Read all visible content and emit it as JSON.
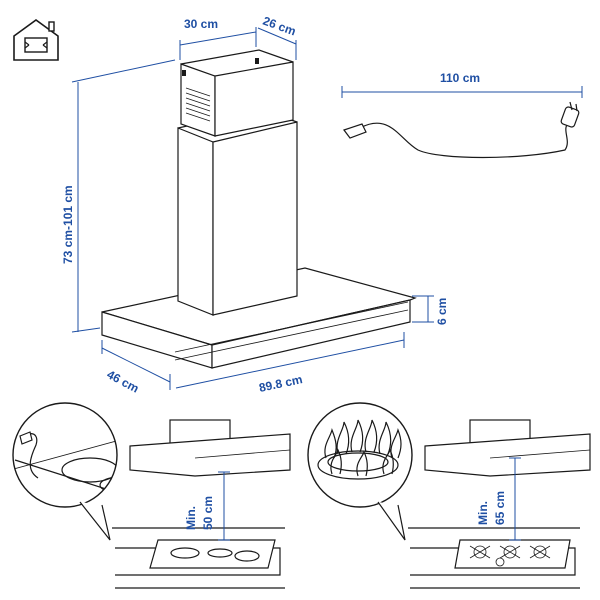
{
  "labels": {
    "chimney_width": "30 cm",
    "chimney_depth": "26 cm",
    "cable_length": "110 cm",
    "height_range": "73 cm-101 cm",
    "canopy_thickness": "6 cm",
    "depth": "46 cm",
    "width": "89.8 cm",
    "min_electric": "Min.",
    "min_electric_value": "50 cm",
    "min_gas": "Min.",
    "min_gas_value": "65 cm"
  },
  "icons": {
    "mode": "recirculation-house-icon"
  },
  "colors": {
    "dimension": "#1f4fa3",
    "line": "#1a1a1a",
    "background": "#ffffff"
  }
}
